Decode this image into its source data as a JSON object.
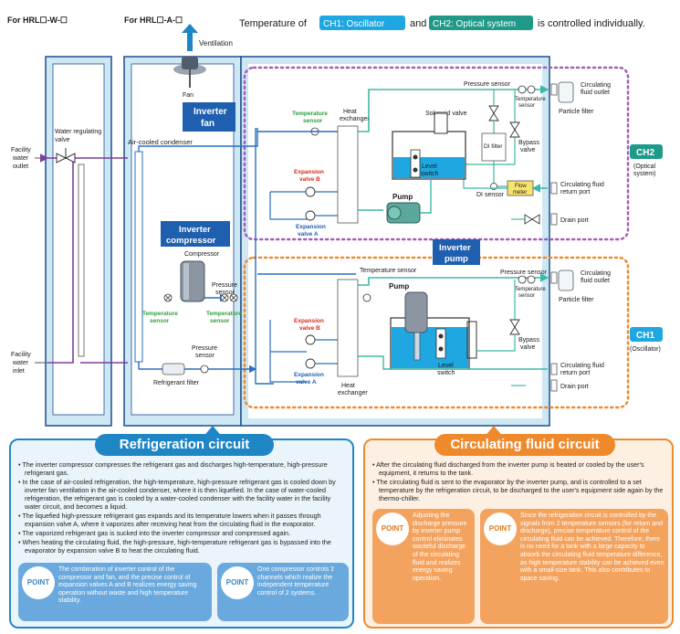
{
  "header": {
    "model_w": "For HRL☐-W-☐",
    "model_a": "For HRL☐-A-☐",
    "intro_pre": "Temperature of",
    "ch1_tag": "CH1: Oscillator",
    "intro_mid": "and",
    "ch2_tag": "CH2: Optical system",
    "intro_post": "is controlled individually."
  },
  "labels": {
    "ventilation": "Ventilation",
    "fan": "Fan",
    "inverter_fan": [
      "Inverter",
      "fan"
    ],
    "water_regulating_valve": [
      "Water regulating",
      "valve"
    ],
    "facility_water_outlet": [
      "Facility",
      "water",
      "outlet"
    ],
    "facility_water_inlet": [
      "Facility",
      "water",
      "inlet"
    ],
    "air_cooled_condenser": "Air-cooled condenser",
    "inverter_compressor": [
      "Inverter",
      "compressor"
    ],
    "compressor": "Compressor",
    "pressure_sensor": "Pressure sensor",
    "pressure_sensor_two_line": [
      "Pressure",
      "sensor"
    ],
    "temperature_sensor": "Temperature sensor",
    "temperature_sensor_two_line": [
      "Temperature",
      "sensor"
    ],
    "refrigerant_filter": "Refrigerant filter",
    "heat_exchanger": [
      "Heat",
      "exchanger"
    ],
    "expansion_valve_a": [
      "Expansion",
      "valve A"
    ],
    "expansion_valve_b": [
      "Expansion",
      "valve B"
    ],
    "solenoid_valve": "Solenoid valve",
    "di_filter": "DI filter",
    "di_sensor": "DI sensor",
    "flow_meter": [
      "Flow",
      "meter"
    ],
    "level_switch": [
      "Level",
      "switch"
    ],
    "pump": "Pump",
    "inverter_pump": [
      "Inverter",
      "pump"
    ],
    "bypass_valve": [
      "Bypass",
      "valve"
    ],
    "particle_filter": "Particle filter",
    "circ_fluid_outlet": [
      "Circulating",
      "fluid outlet"
    ],
    "circ_fluid_return": [
      "Circulating fluid",
      "return port"
    ],
    "drain_port": "Drain port",
    "ch2": "CH2",
    "ch2_sub": [
      "(Optical",
      "system)"
    ],
    "ch1": "CH1",
    "ch1_sub": "(Oscillator)"
  },
  "refrigeration": {
    "title": "Refrigeration circuit",
    "bullets": [
      "The inverter compressor compresses the refrigerant gas and discharges high-temperature, high-pressure refrigerant gas.",
      "In the case of air-cooled refrigeration, the high-temperature, high-pressure refrigerant gas is cooled down by inverter fan ventilation in the air-cooled condenser, where it is then liquefied. In the case of water-cooled refrigeration, the refrigerant gas is cooled by a water-cooled condenser with the facility water in the facility water circuit, and becomes a liquid.",
      "The liquefied high-pressure refrigerant gas expands and its temperature lowers when it passes through expansion valve A, where it vaporizes after receiving heat from the circulating fluid in the evaporator.",
      "The vaporized refrigerant gas is sucked into the inverter compressor and compressed again.",
      "When heating the circulating fluid, the high-pressure, high-temperature refrigerant gas is bypassed into the evaporator by expansion valve B to heat the circulating fluid."
    ],
    "point_label": "POINT",
    "point1": "The combination of inverter control of the compressor and fan, and the precise control of expansion valves A and B realizes energy saving operation without waste and high temperature stability.",
    "point2": "One compressor controls 2 channels which realize the independent temperature control of 2 systems."
  },
  "circulating": {
    "title": "Circulating fluid circuit",
    "bullets": [
      "After the circulating fluid discharged from the inverter pump is heated or cooled by the user's equipment, it returns to the tank.",
      "The circulating fluid is sent to the evaporator by the inverter pump, and is controlled to a set temperature by the refrigeration circuit, to be discharged to the user's equipment side again by the thermo-chiller."
    ],
    "point_label": "POINT",
    "point1": "Adjusting the discharge pressure by inverter pump control eliminates wasteful discharge of the circulating fluid and realizes energy saving operation.",
    "point2": "Since the refrigeration circuit is controlled by the signals from 2 temperature sensors (for return and discharge), precise temperature control of the circulating fluid can be achieved. Therefore, there is no need for a tank with a large capacity to absorb the circulating fluid temperature difference, as high temperature stability can be achieved even with a small-size tank. This also contributes to space saving."
  },
  "colors": {
    "refrigerant_line": "#2a6fc0",
    "facility_water": "#7f3f98",
    "circulating_fluid": "#3fb8a8",
    "ch2_loop": "#a35db8",
    "ch1_loop": "#ef8a2c",
    "cabinet_fill": "#cde7f3",
    "cabinet_border": "#1f4f8f",
    "ch1_tag": "#1ea7e1",
    "ch2_tag": "#1f9a8a",
    "sensor_green": "#2e9e3a",
    "valve_red": "#d52b1e",
    "valve_blue": "#1f5fb0"
  },
  "icons": [
    "fan-icon",
    "compressor-icon",
    "pump-icon",
    "tank-icon",
    "valve-icon",
    "sensor-icon",
    "filter-icon",
    "port-icon",
    "arrow-up-icon"
  ]
}
